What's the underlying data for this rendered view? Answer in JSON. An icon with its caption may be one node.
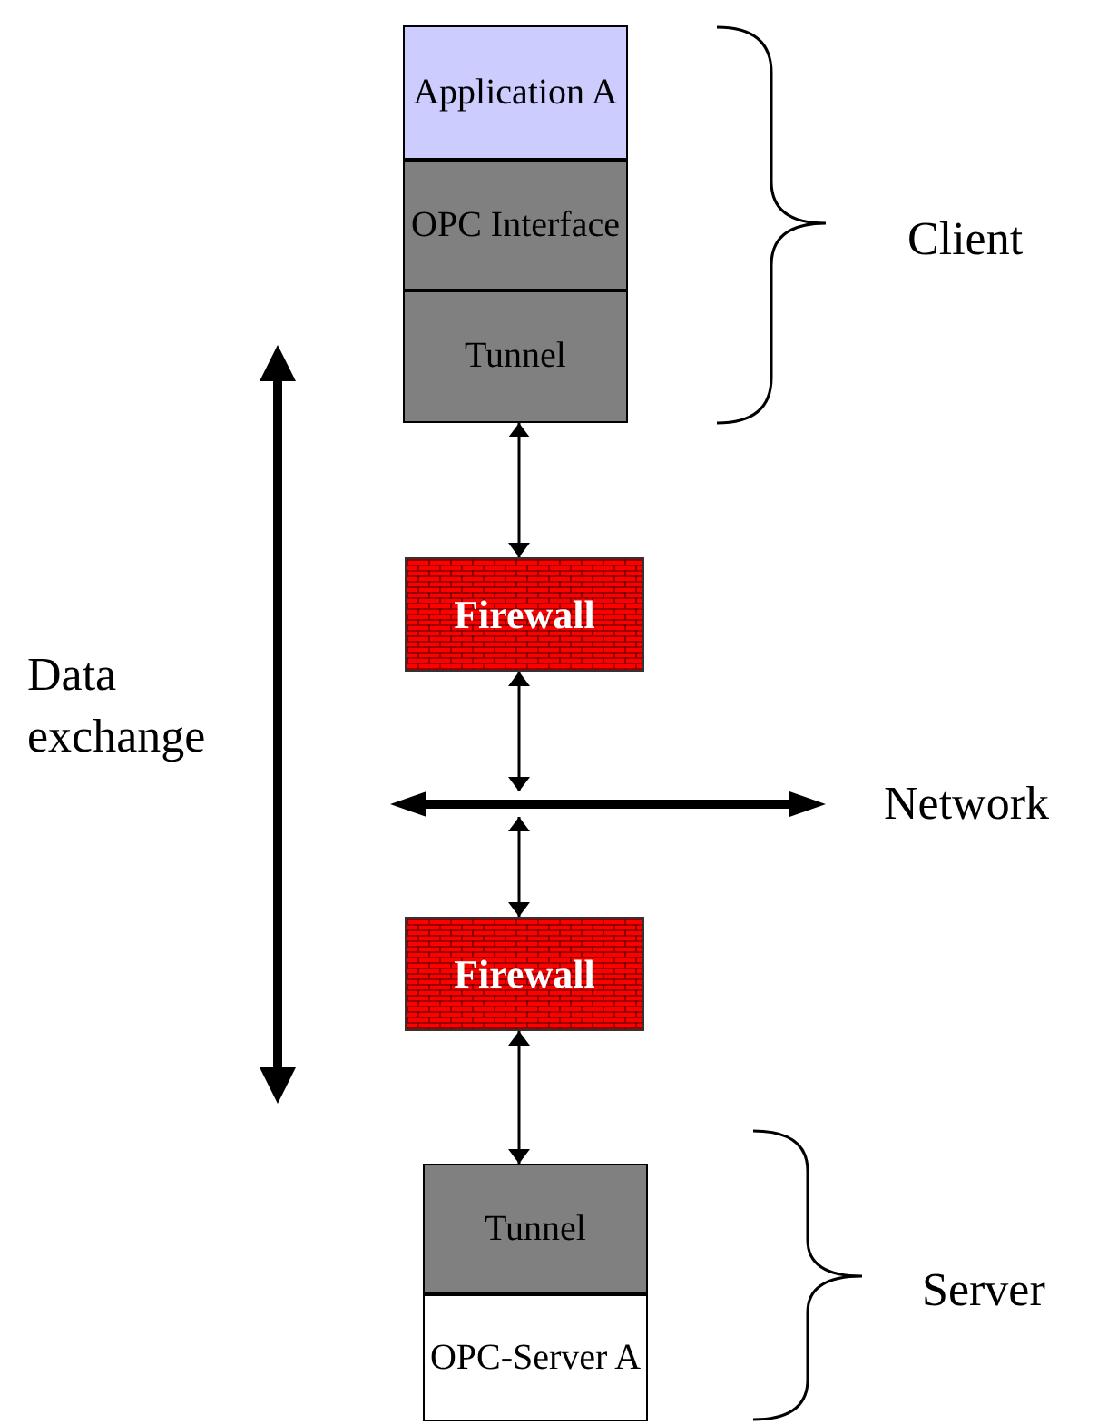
{
  "diagram": {
    "nodes": [
      {
        "text": [
          "Application A"
        ]
      },
      {
        "text": [
          "OPC Interface"
        ]
      },
      {
        "text": [
          "Tunnel"
        ]
      },
      {
        "text": [
          "Firewall"
        ]
      },
      {
        "text": [],
        "shape": "bar",
        "beside": [
          "Network"
        ]
      },
      {
        "text": [
          "Firewall"
        ]
      },
      {
        "text": [
          "Tunnel"
        ]
      },
      {
        "text": [
          "OPC-Server A"
        ]
      }
    ],
    "edges": [
      {
        "from": 2,
        "to": 3,
        "arrow": "both"
      },
      {
        "from": 3,
        "to": 4,
        "arrow": "both"
      },
      {
        "from": 4,
        "to": 5,
        "arrow": "both"
      },
      {
        "from": 5,
        "to": 6,
        "arrow": "both"
      }
    ],
    "labels": [
      "Client",
      "Data exchange",
      "Server"
    ]
  }
}
